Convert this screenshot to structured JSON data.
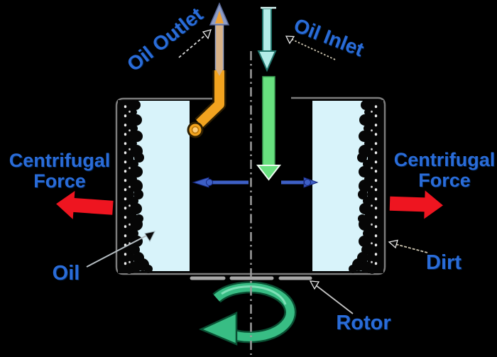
{
  "diagram": {
    "type": "labeled-diagram",
    "subject": "Centrifugal oil cleaner cross-section",
    "background_color": "#000000",
    "labels": {
      "oil_outlet": "Oil Outlet",
      "oil_inlet": "Oil Inlet",
      "centrifugal_line1": "Centrifugal",
      "centrifugal_line2": "Force",
      "oil": "Oil",
      "dirt": "Dirt",
      "rotor": "Rotor"
    },
    "colors": {
      "label_blue": "#2a6cd8",
      "centrifugal_arrow_red": "#ee1520",
      "outlet_pipe_orange": "#f2a31f",
      "outlet_arrow_tan": "#d8b287",
      "outlet_arrowhead_slate": "#8d9cc6",
      "inlet_arrow_cyan": "#b2ece8",
      "inlet_pipe_green": "#68e07f",
      "rotation_arrow_green": "#38bd84",
      "radial_arrow_blue": "#3d5fc5",
      "oil_fill_lightblue": "#d8f3fa",
      "dirt_black": "#060606",
      "axis_gray": "#9c9c9c",
      "shell_gray": "#7d7d7d"
    }
  }
}
